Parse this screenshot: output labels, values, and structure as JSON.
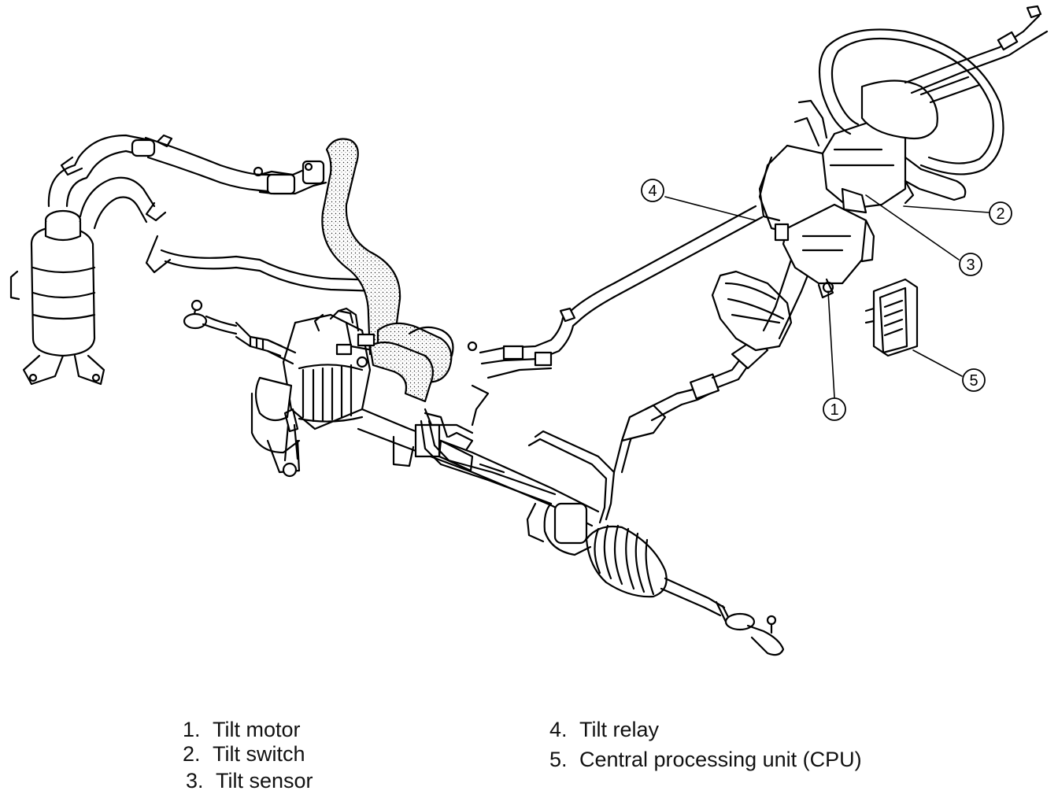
{
  "diagram": {
    "callouts": [
      {
        "id": "1",
        "label": "1"
      },
      {
        "id": "2",
        "label": "2"
      },
      {
        "id": "3",
        "label": "3"
      },
      {
        "id": "4",
        "label": "4"
      },
      {
        "id": "5",
        "label": "5"
      }
    ]
  },
  "legend": {
    "items": [
      {
        "number": "1.",
        "text": "Tilt motor"
      },
      {
        "number": "2.",
        "text": "Tilt switch"
      },
      {
        "number": "3.",
        "text": "Tilt sensor"
      },
      {
        "number": "4.",
        "text": "Tilt relay"
      },
      {
        "number": "5.",
        "text": "Central processing unit (CPU)"
      }
    ]
  }
}
